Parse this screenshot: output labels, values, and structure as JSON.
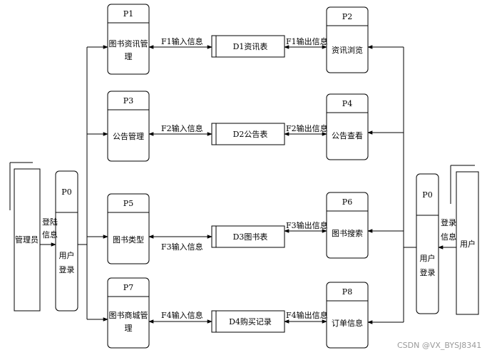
{
  "processes": {
    "p0_left": {
      "id": "P0",
      "name_line1": "用户",
      "name_line2": "登录"
    },
    "p0_right": {
      "id": "P0",
      "name_line1": "用户",
      "name_line2": "登录"
    },
    "p1": {
      "id": "P1",
      "name_line1": "图书资讯管",
      "name_line2": "理"
    },
    "p2": {
      "id": "P2",
      "name": "资讯浏览"
    },
    "p3": {
      "id": "P3",
      "name": "公告管理"
    },
    "p4": {
      "id": "P4",
      "name": "公告查看"
    },
    "p5": {
      "id": "P5",
      "name": "图书类型"
    },
    "p6": {
      "id": "P6",
      "name": "图书搜索"
    },
    "p7": {
      "id": "P7",
      "name_line1": "图书商城管",
      "name_line2": "理"
    },
    "p8": {
      "id": "P8",
      "name": "订单信息"
    }
  },
  "entities": {
    "admin": "管理员",
    "user": "用户"
  },
  "data_stores": {
    "d1": "D1资讯表",
    "d2": "D2公告表",
    "d3": "D3图书表",
    "d4": "D4购买记录"
  },
  "flows": {
    "admin_login_line1": "登陆",
    "admin_login_line2": "信息",
    "user_login_line1": "登录",
    "user_login_line2": "信息",
    "f1_in": "F1输入信息",
    "f1_out": "F1输出信息",
    "f2_in": "F2输入信息",
    "f2_out": "F2输出信息",
    "f3_in": "F3输入信息",
    "f3_out": "F3输出信息",
    "f4_in": "F4输入信息",
    "f4_out": "F4输出信息"
  },
  "watermark": "CSDN @VX_BYSJ8341"
}
